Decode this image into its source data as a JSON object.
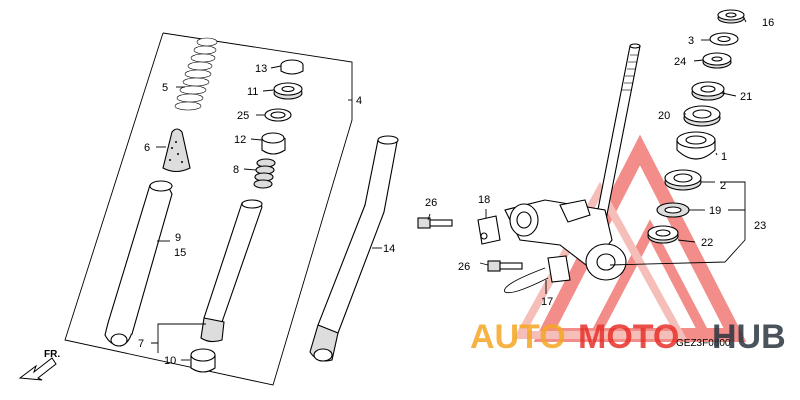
{
  "labels": {
    "p1": "1",
    "p2": "2",
    "p3": "3",
    "p4": "4",
    "p5": "5",
    "p6": "6",
    "p7": "7",
    "p8": "8",
    "p9": "9",
    "p10": "10",
    "p11": "11",
    "p12": "12",
    "p13": "13",
    "p14": "14",
    "p15": "15",
    "p16": "16",
    "p17": "17",
    "p18": "18",
    "p19": "19",
    "p20": "20",
    "p21": "21",
    "p22": "22",
    "p23": "23",
    "p24": "24",
    "p25": "25",
    "p26a": "26",
    "p26b": "26"
  },
  "direction_label": "FR.",
  "diagram_code": "GEZ3F0800",
  "watermark": {
    "part1": "AUTO",
    "part2": "MOTO",
    "part3": "HUB",
    "color_orange": "#f5a623",
    "color_red": "#e8312a",
    "color_dark": "#2b3440"
  }
}
